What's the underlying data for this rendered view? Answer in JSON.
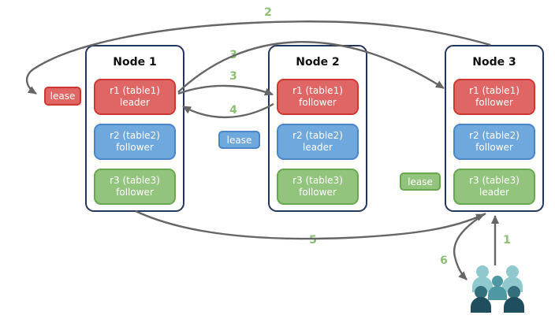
{
  "nodes": [
    {
      "title": "Node 1",
      "replicas": [
        {
          "name": "r1 (table1)",
          "role": "leader",
          "color": "#e06666"
        },
        {
          "name": "r2 (table2)",
          "role": "follower",
          "color": "#6fa8dc"
        },
        {
          "name": "r3 (table3)",
          "role": "follower",
          "color": "#93c47d"
        }
      ]
    },
    {
      "title": "Node 2",
      "replicas": [
        {
          "name": "r1 (table1)",
          "role": "follower",
          "color": "#e06666"
        },
        {
          "name": "r2 (table2)",
          "role": "leader",
          "color": "#6fa8dc"
        },
        {
          "name": "r3 (table3)",
          "role": "follower",
          "color": "#93c47d"
        }
      ]
    },
    {
      "title": "Node 3",
      "replicas": [
        {
          "name": "r1 (table1)",
          "role": "follower",
          "color": "#e06666"
        },
        {
          "name": "r2 (table2)",
          "role": "follower",
          "color": "#6fa8dc"
        },
        {
          "name": "r3 (table3)",
          "role": "leader",
          "color": "#93c47d"
        }
      ]
    }
  ],
  "leases": [
    {
      "label": "lease",
      "color": "#e06666"
    },
    {
      "label": "lease",
      "color": "#6fa8dc"
    },
    {
      "label": "lease",
      "color": "#93c47d"
    }
  ],
  "steps": {
    "s1": "1",
    "s2": "2",
    "s3_to_node3": "3",
    "s3_to_node2": "3",
    "s4": "4",
    "s5": "5",
    "s6": "6"
  },
  "icons": {
    "users": "users-group-icon"
  },
  "colors": {
    "red_fill": "#e06666",
    "red_border": "#cf3832",
    "blue_fill": "#6fa8dc",
    "blue_border": "#4a86c8",
    "green_fill": "#93c47d",
    "green_border": "#69a84f",
    "node_border": "#24365c",
    "arrow": "#666666",
    "step_label": "#8fbe76",
    "users_back": "#8fc8cd",
    "users_middle": "#4d98a2",
    "users_front_head": "#336e7d",
    "users_front_body": "#1f4e5e"
  }
}
